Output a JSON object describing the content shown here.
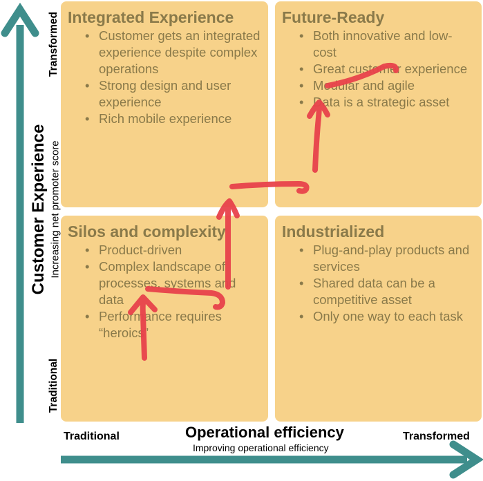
{
  "quadrants": {
    "top_left": {
      "title": "Integrated Experience",
      "bullets": [
        "Customer gets an integrated experience despite complex operations",
        "Strong design and user experience",
        "Rich mobile experience"
      ]
    },
    "top_right": {
      "title": "Future-Ready",
      "bullets": [
        "Both innovative and low-cost",
        "Great customer experience",
        "Modular and agile",
        "Data is a strategic asset"
      ]
    },
    "bottom_left": {
      "title": "Silos and complexity",
      "bullets": [
        "Product-driven",
        "Complex landscape of processes, systems and data",
        "Performance requires “heroics”"
      ]
    },
    "bottom_right": {
      "title": "Industrialized",
      "bullets": [
        "Plug-and-play products and services",
        "Shared data can be a competitive asset",
        "Only one way to each task"
      ]
    }
  },
  "y_axis": {
    "title": "Customer Experience",
    "subtitle": "Increasing net promoter score",
    "top_label": "Transformed",
    "bottom_label": "Traditional"
  },
  "x_axis": {
    "title": "Operational efficiency",
    "subtitle": "Improving operational efficiency",
    "left_label": "Traditional",
    "right_label": "Transformed"
  },
  "colors": {
    "quadrant_fill": "#f7d28a",
    "quadrant_text": "#8a7a4a",
    "axis_arrow": "#3f8e8c",
    "path_stroke": "#e8424b"
  }
}
